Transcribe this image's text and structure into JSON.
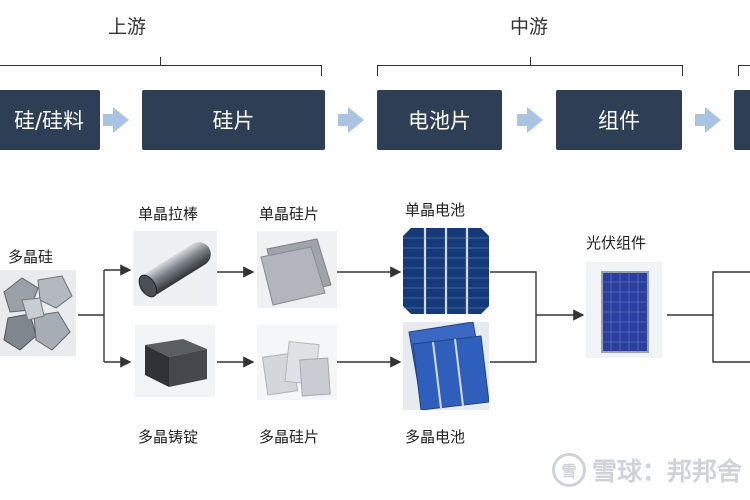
{
  "stages": {
    "upstream": "上游",
    "midstream": "中游"
  },
  "flow": {
    "silicon_material": "硅/硅料",
    "wafer": "硅片",
    "cell": "电池片",
    "module": "组件"
  },
  "process": {
    "polysilicon": "多晶硅",
    "mono_ingot": "单晶拉棒",
    "poly_ingot": "多晶铸锭",
    "mono_wafer": "单晶硅片",
    "poly_wafer": "多晶硅片",
    "mono_cell": "单晶电池",
    "poly_cell": "多晶电池",
    "pv_module": "光伏组件"
  },
  "watermark": {
    "logo": "雪",
    "text": "雪球：邦邦舍"
  },
  "colors": {
    "box": "#2e3e54",
    "arrow_chevron": "#a9c4e2",
    "line": "#333333",
    "cell_blue": "#1f4fa8"
  }
}
